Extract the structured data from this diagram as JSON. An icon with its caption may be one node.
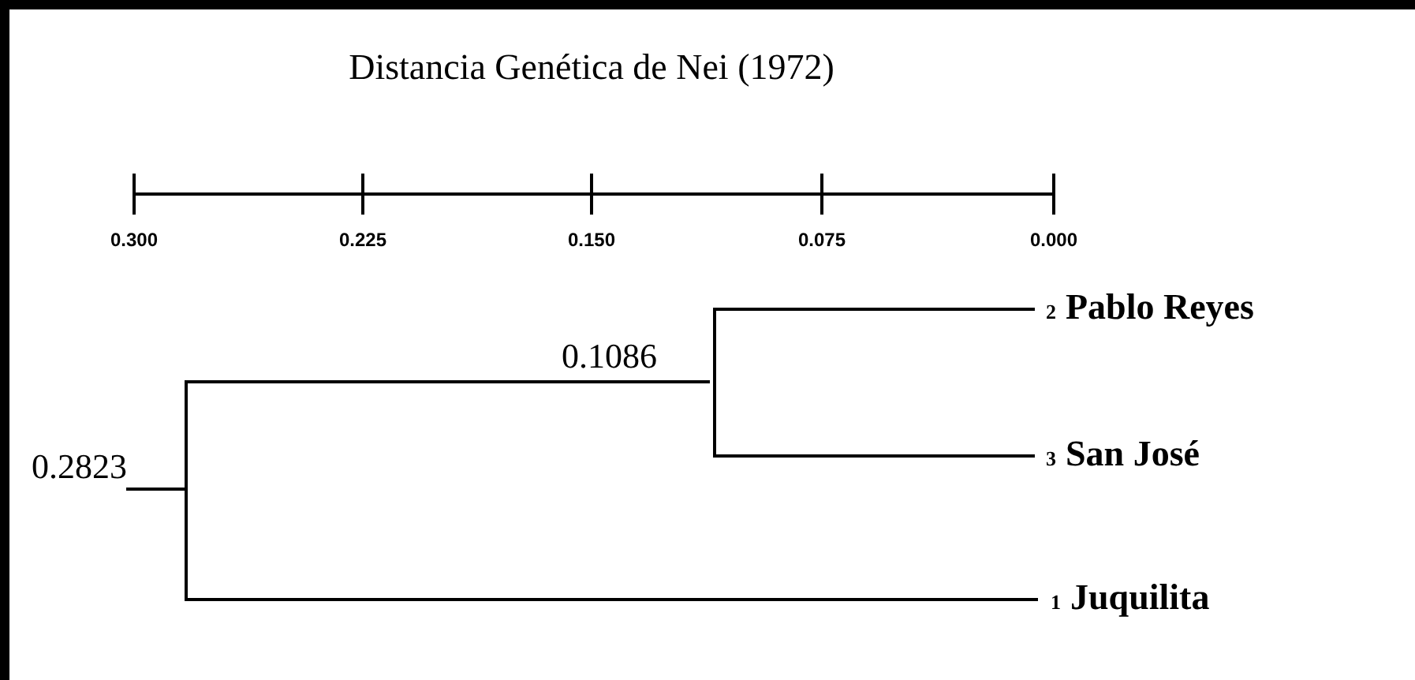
{
  "diagram": {
    "title": "Distancia Genética de Nei (1972)",
    "nodes": [
      {
        "text": [
          "0.2823"
        ]
      },
      {
        "text": [
          "0.1086"
        ]
      },
      {
        "text": [
          "Pablo Reyes"
        ],
        "beside": [
          "2"
        ]
      },
      {
        "text": [
          "San José"
        ],
        "beside": [
          "3"
        ]
      },
      {
        "text": [
          "Juquilita"
        ],
        "beside": [
          "1"
        ]
      }
    ],
    "edges": [
      {
        "from": 0,
        "to": 1,
        "arrow": "none"
      },
      {
        "from": 1,
        "to": 2,
        "arrow": "none"
      },
      {
        "from": 1,
        "to": 3,
        "arrow": "none"
      },
      {
        "from": 0,
        "to": 4,
        "arrow": "none"
      }
    ],
    "labels": [
      "0.300",
      "0.225",
      "0.150",
      "0.075",
      "0.000"
    ]
  }
}
